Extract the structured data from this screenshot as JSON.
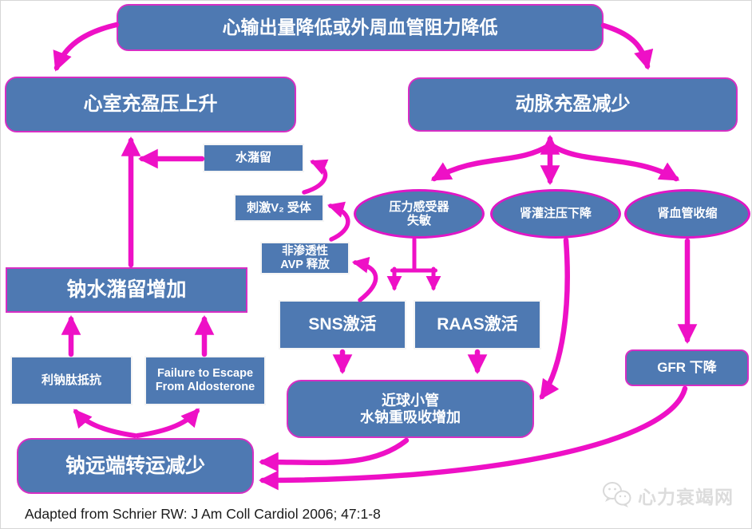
{
  "nodes": {
    "top": "心输出量降低或外周血管阻力降低",
    "ventricular": "心室充盈压上升",
    "arterial": "动脉充盈减少",
    "water_retention": "水潴留",
    "v2_receptor": "刺激V₂ 受体",
    "avp": {
      "line1": "非渗透性",
      "line2": "AVP 释放"
    },
    "baroreceptor": {
      "line1": "压力感受器",
      "line2": "失敏"
    },
    "renal_perfusion": "肾灌注压下降",
    "renal_vasoconstriction": "肾血管收缩",
    "sodium_water_retention": "钠水潴留增加",
    "sns": "SNS激活",
    "raas": "RAAS激活",
    "natriuretic_resistance": "利钠肽抵抗",
    "aldosterone_escape": {
      "line1": "Failure to Escape",
      "line2": "From Aldosterone"
    },
    "proximal_tubule": {
      "line1": "近球小管",
      "line2": "水钠重吸收增加"
    },
    "gfr": "GFR 下降",
    "distal_sodium": "钠远端转运减少"
  },
  "footer": {
    "citation": "Adapted from Schrier RW: J Am Coll Cardiol 2006; 47:1-8"
  },
  "watermark": {
    "site_name": "心力衰竭网"
  },
  "colors": {
    "node_blue": "#4e79b2",
    "arrow_magenta": "#ee10c6",
    "border_magenta": "#d62ec4",
    "watermark_gray": "#dcdcdc",
    "text_white": "#ffffff"
  }
}
